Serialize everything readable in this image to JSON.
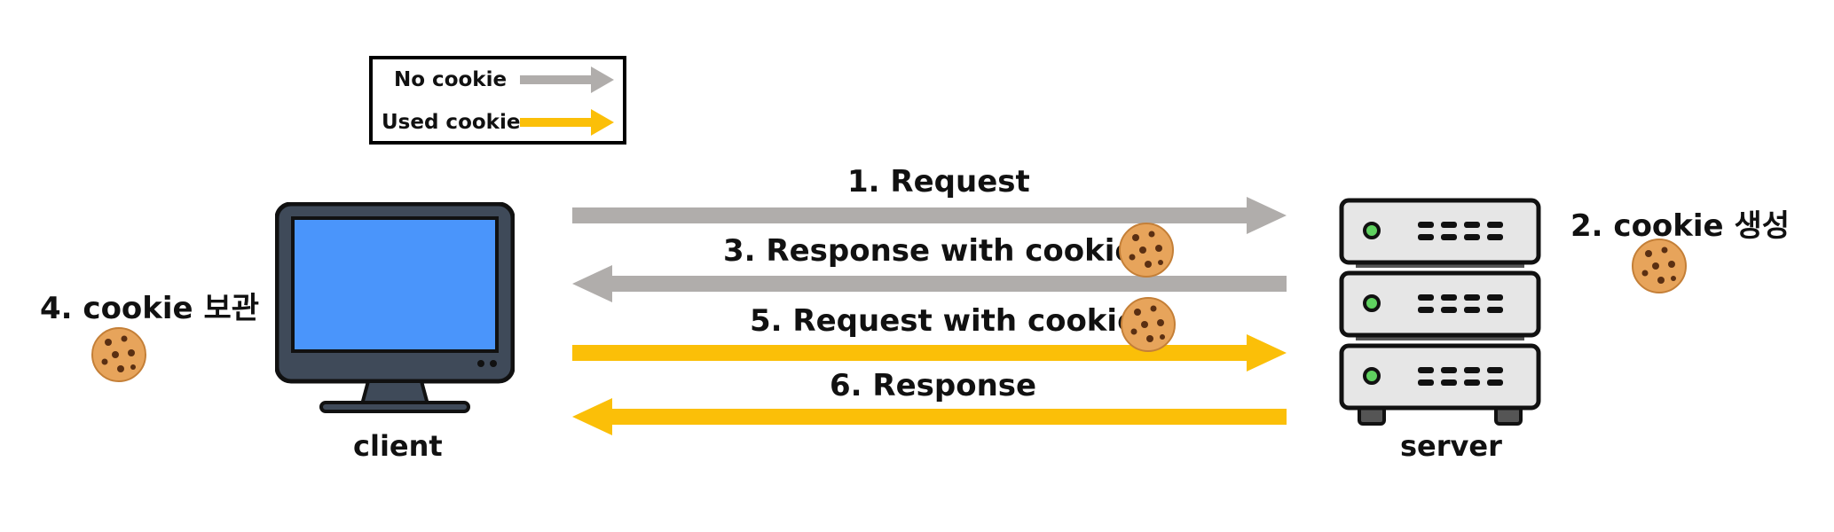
{
  "legend": {
    "no_cookie": "No cookie",
    "used_cookie": "Used cookie"
  },
  "colors": {
    "no_cookie_arrow": "#b0adab",
    "used_cookie_arrow": "#fbbf08",
    "monitor_screen": "#4a95fb",
    "monitor_body": "#3f4a59"
  },
  "nodes": {
    "client": "client",
    "server": "server"
  },
  "steps": {
    "s1": "1. Request",
    "s2": "2. cookie 생성",
    "s3": "3. Response with cookie",
    "s4": "4. cookie 보관",
    "s5": "5. Request with cookie",
    "s6": "6. Response"
  },
  "icons": [
    "monitor-icon",
    "server-icon",
    "cookie-icon"
  ]
}
